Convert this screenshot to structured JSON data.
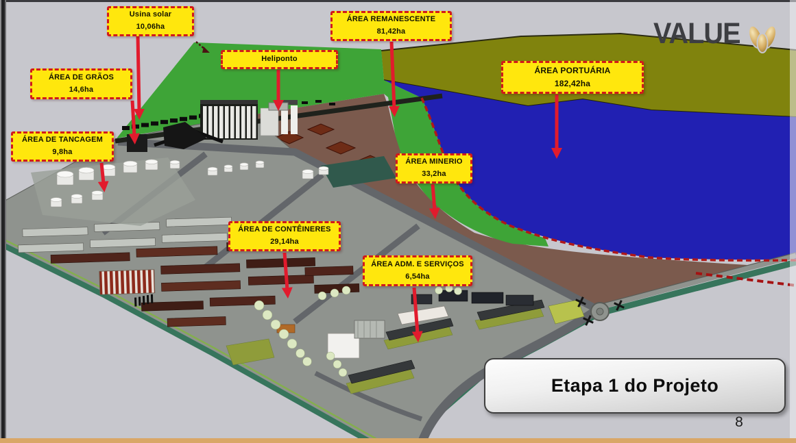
{
  "slide": {
    "caption": "Etapa 1 do Projeto",
    "page_number": "8"
  },
  "logo": {
    "text": "VALUE"
  },
  "labels": {
    "usina_solar": {
      "title": "Usina solar",
      "value": "10,06ha"
    },
    "area_graos": {
      "title": "ÁREA DE GRÃOS",
      "value": "14,6ha"
    },
    "area_tancagem": {
      "title": "ÁREA DE TANCAGEM",
      "value": "9,8ha"
    },
    "heliponto": {
      "title": "Heliponto"
    },
    "area_remanescente": {
      "title": "ÁREA REMANESCENTE",
      "value": "81,42ha"
    },
    "area_portuaria": {
      "title": "ÁREA PORTUÁRIA",
      "value": "182,42ha"
    },
    "area_minerio": {
      "title": "ÁREA MINERIO",
      "value": "33,2ha"
    },
    "area_conteineres": {
      "title": "ÁREA DE CONTÊINERES",
      "value": "29,14ha"
    },
    "area_adm_servicos": {
      "title": "ÁREA ADM. E SERVIÇOS",
      "value": "6,54ha"
    }
  },
  "colors": {
    "label_bg": "#ffe70d",
    "label_border": "#d21a1a",
    "arrow": "#e11b2d",
    "boundary_dash": "#b01818",
    "water": "#2120b2",
    "land_olive": "#80830d",
    "vegetation": "#3ea437",
    "soil_brown": "#7b5a4d",
    "platform_gray": "#8f938e",
    "perimeter_green": "#37755c",
    "footer_bar": "#d9a768",
    "logo_gold": "#caa75e"
  }
}
